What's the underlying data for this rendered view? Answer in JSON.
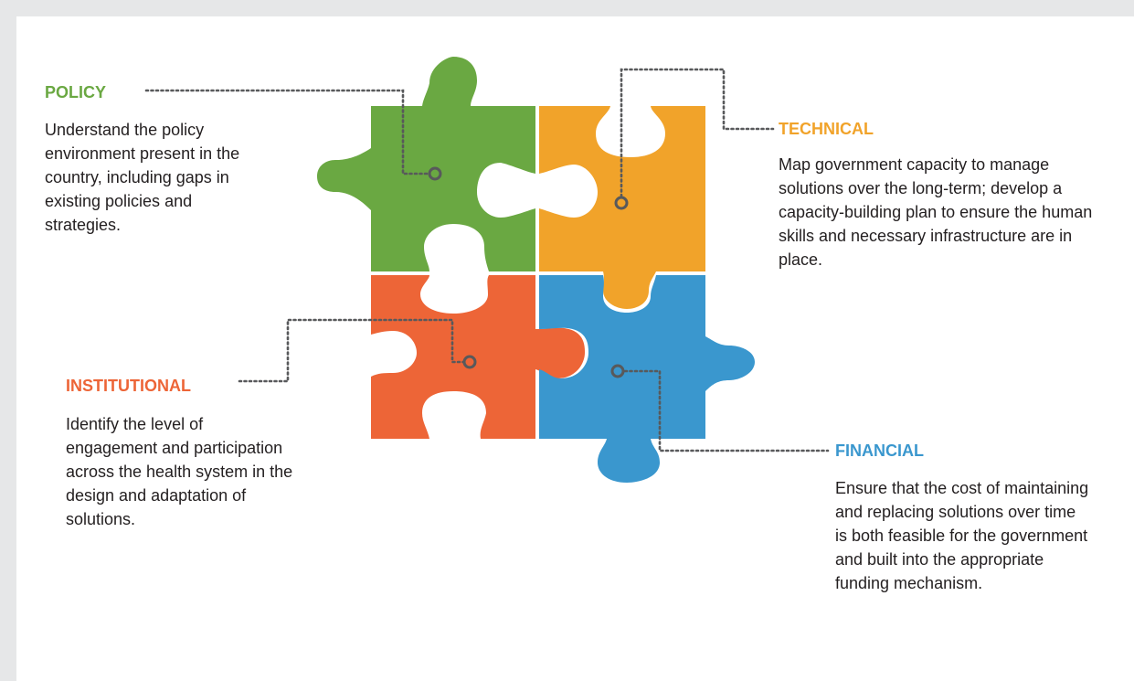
{
  "colors": {
    "policy": "#6aa842",
    "technical": "#f1a32a",
    "institutional": "#ed6537",
    "financial": "#3a97ce",
    "connector": "#58595b",
    "background": "#e6e7e8"
  },
  "sections": {
    "policy": {
      "title": "POLICY",
      "body": "Understand the policy environment present in the country, including gaps in existing policies and strategies."
    },
    "technical": {
      "title": "TECHNICAL",
      "body": "Map government capacity to manage solutions over the long-term; develop a capacity-building plan to ensure the human skills and necessary infrastructure are in place."
    },
    "institutional": {
      "title": "INSTITUTIONAL",
      "body": "Identify the level of engagement and participation across the health system in the design and adaptation of solutions."
    },
    "financial": {
      "title": "FINANCIAL",
      "body": "Ensure that the cost of maintaining and replacing solutions over time is both feasible for the government and built into the appropriate funding mechanism."
    }
  }
}
